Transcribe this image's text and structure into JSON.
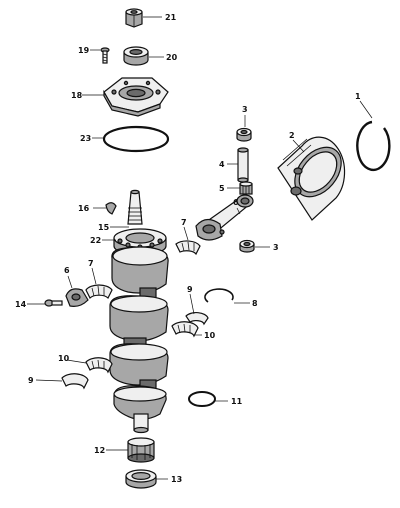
{
  "diagram": {
    "callouts": [
      {
        "id": "c21a",
        "text": "21"
      },
      {
        "id": "c19",
        "text": "19"
      },
      {
        "id": "c20",
        "text": "20"
      },
      {
        "id": "c18",
        "text": "18"
      },
      {
        "id": "c23",
        "text": "23"
      },
      {
        "id": "c3a",
        "text": "3"
      },
      {
        "id": "c1",
        "text": "1"
      },
      {
        "id": "c2",
        "text": "2"
      },
      {
        "id": "c4",
        "text": "4"
      },
      {
        "id": "c5",
        "text": "5"
      },
      {
        "id": "c6a",
        "text": "6"
      },
      {
        "id": "c16",
        "text": "16"
      },
      {
        "id": "c15",
        "text": "15"
      },
      {
        "id": "c7a",
        "text": "7"
      },
      {
        "id": "c22",
        "text": "22"
      },
      {
        "id": "c3b",
        "text": "3"
      },
      {
        "id": "c6b",
        "text": "6"
      },
      {
        "id": "c7b",
        "text": "7"
      },
      {
        "id": "c14",
        "text": "14"
      },
      {
        "id": "c9a",
        "text": "9"
      },
      {
        "id": "c8",
        "text": "8"
      },
      {
        "id": "c10a",
        "text": "10"
      },
      {
        "id": "c10b",
        "text": "10"
      },
      {
        "id": "c9b",
        "text": "9"
      },
      {
        "id": "c11",
        "text": "11"
      },
      {
        "id": "c12",
        "text": "12"
      },
      {
        "id": "c13",
        "text": "13"
      }
    ]
  }
}
